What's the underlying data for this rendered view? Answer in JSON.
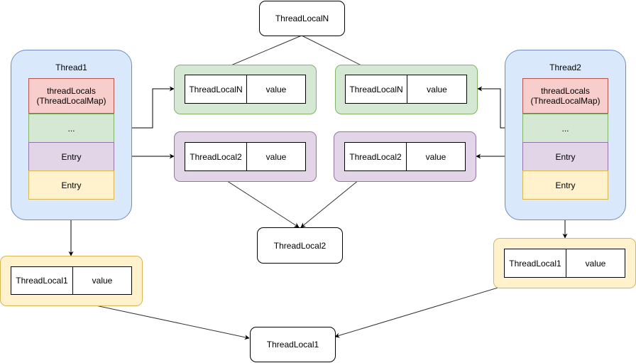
{
  "top_node": "ThreadLocalN",
  "mid_node": "ThreadLocal2",
  "bottom_node": "ThreadLocal1",
  "thread1": {
    "title": "Thread1",
    "cells": [
      "threadLocals\n(ThreadLocalMap)",
      "...",
      "Entry",
      "Entry"
    ]
  },
  "thread2": {
    "title": "Thread2",
    "cells": [
      "threadLocals\n(ThreadLocalMap)",
      "...",
      "Entry",
      "Entry"
    ]
  },
  "entries": {
    "green_left": {
      "key": "ThreadLocalN",
      "value": "value"
    },
    "green_right": {
      "key": "ThreadLocalN",
      "value": "value"
    },
    "purple_left": {
      "key": "ThreadLocal2",
      "value": "value"
    },
    "purple_right": {
      "key": "ThreadLocal2",
      "value": "value"
    },
    "yellow_left": {
      "key": "ThreadLocal1",
      "value": "value"
    },
    "yellow_right": {
      "key": "ThreadLocal1",
      "value": "value"
    }
  },
  "colors": {
    "thread_fill": "#dae8fc",
    "thread_stroke": "#6c8ebf",
    "red_fill": "#f8cecc",
    "green_fill": "#d5e8d4",
    "purple_fill": "#e1d5e7",
    "yellow_fill": "#fff2cc"
  }
}
